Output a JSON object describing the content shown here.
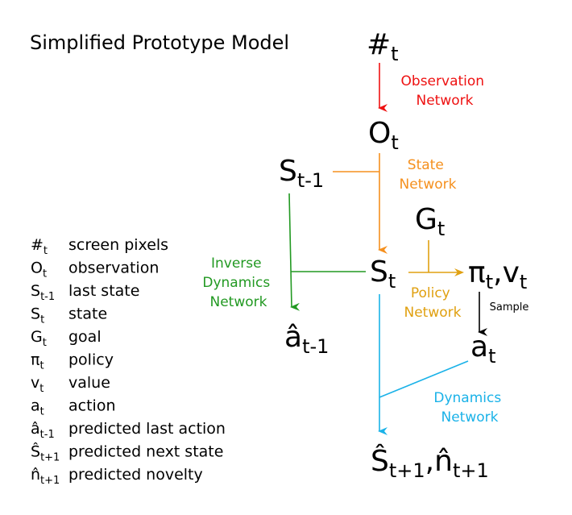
{
  "title": "Simplified Prototype Model",
  "colors": {
    "observation": "#ee1111",
    "state": "#f5901e",
    "policy": "#e0a010",
    "inverse": "#229922",
    "dynamics": "#1ab2e8",
    "sample": "#000000"
  },
  "nodes": {
    "pixels": {
      "main": "#",
      "sub": "t"
    },
    "observation": {
      "main": "O",
      "sub": "t"
    },
    "last_state": {
      "main": "S",
      "sub": "t-1"
    },
    "goal": {
      "main": "G",
      "sub": "t"
    },
    "state": {
      "main": "S",
      "sub": "t"
    },
    "policy": {
      "main": "π",
      "sub": "t",
      "sep": ",",
      "main2": "v",
      "sub2": "t"
    },
    "pred_last_action": {
      "main": "â",
      "sub": "t-1"
    },
    "action": {
      "main": "a",
      "sub": "t"
    },
    "prediction": {
      "main": "Ŝ",
      "sub": "t+1",
      "sep": ",",
      "main2": "n̂",
      "sub2": "t+1"
    }
  },
  "networks": {
    "observation": [
      "Observation",
      "Network"
    ],
    "state": [
      "State",
      "Network"
    ],
    "inverse": [
      "Inverse",
      "Dynamics",
      "Network"
    ],
    "policy": [
      "Policy",
      "Network"
    ],
    "dynamics": [
      "Dynamics",
      "Network"
    ]
  },
  "sample_label": "Sample",
  "legend": [
    {
      "sym": "#",
      "sub": "t",
      "desc": "screen pixels"
    },
    {
      "sym": "O",
      "sub": "t",
      "desc": "observation"
    },
    {
      "sym": "S",
      "sub": "t-1",
      "desc": "last state"
    },
    {
      "sym": "S",
      "sub": "t",
      "desc": "state"
    },
    {
      "sym": "G",
      "sub": "t",
      "desc": "goal"
    },
    {
      "sym": "π",
      "sub": "t",
      "desc": "policy"
    },
    {
      "sym": "v",
      "sub": "t",
      "desc": "value"
    },
    {
      "sym": "a",
      "sub": "t",
      "desc": "action"
    },
    {
      "sym": "â",
      "sub": "t-1",
      "desc": "predicted last action"
    },
    {
      "sym": "Ŝ",
      "sub": "t+1",
      "desc": "predicted next state"
    },
    {
      "sym": "n̂",
      "sub": "t+1",
      "desc": "predicted novelty"
    }
  ]
}
